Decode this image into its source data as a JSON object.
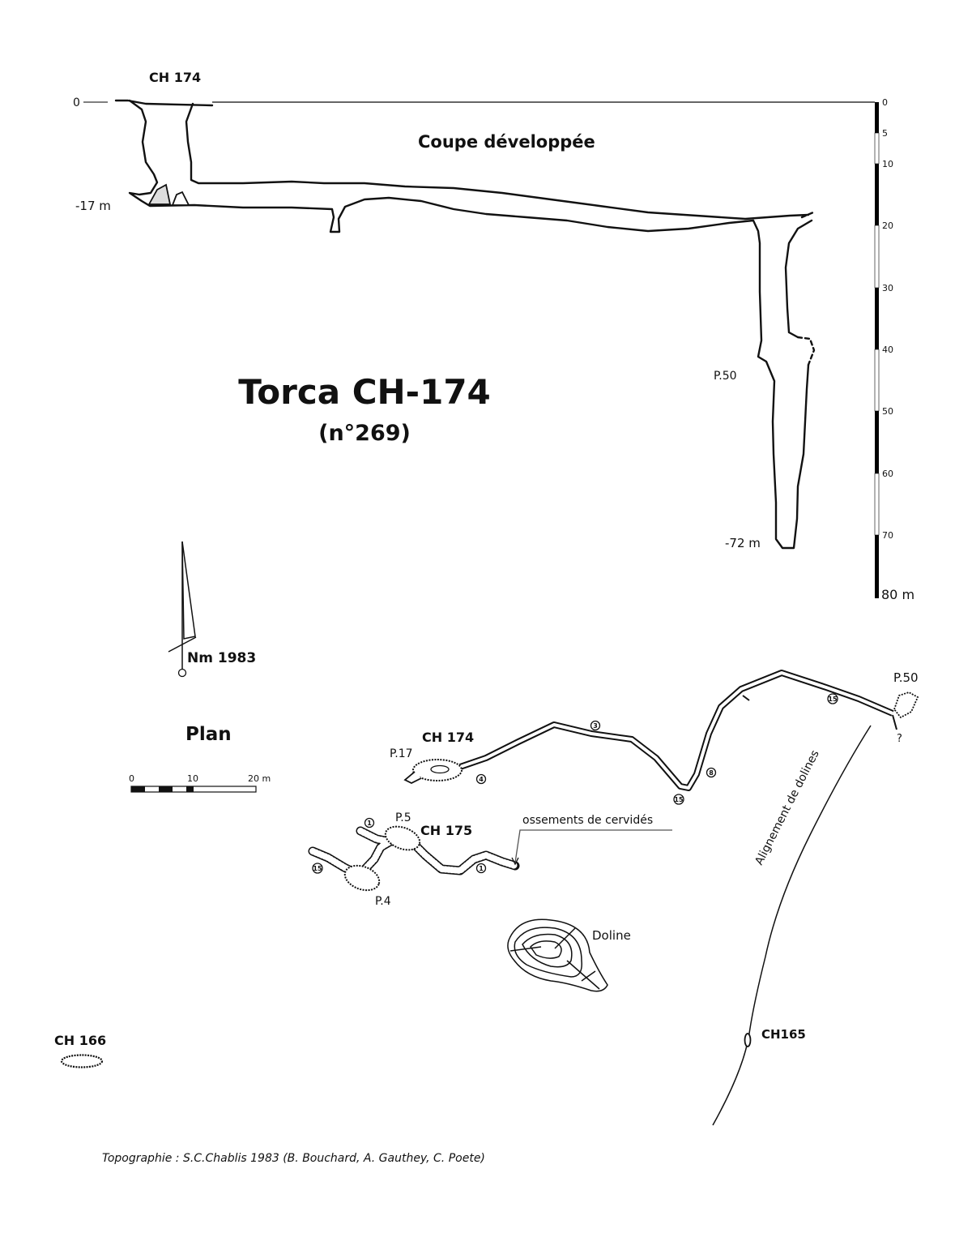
{
  "section": {
    "title": "Coupe développée",
    "entrance_label": "CH 174",
    "zero_label": "0",
    "depth_17": "-17 m",
    "pitch_label": "P.50",
    "depth_72": "-72 m",
    "depth_scale": [
      "0",
      "5",
      "10",
      "20",
      "30",
      "40",
      "50",
      "60",
      "70",
      "80 m"
    ]
  },
  "heading": {
    "title": "Torca CH-174",
    "subtitle": "(n°269)"
  },
  "north": {
    "label": "Nm 1983"
  },
  "plan": {
    "title": "Plan",
    "scale_labels": [
      "0",
      "10",
      "20 m"
    ],
    "ch174": {
      "label": "CH 174",
      "p17": "P.17",
      "p50": "P.50",
      "question": "?",
      "stations": [
        "4",
        "3",
        "15",
        "8",
        "15"
      ]
    },
    "ch175": {
      "label": "CH 175",
      "p5": "P.5",
      "p4": "P.4",
      "stations": [
        "1",
        "15",
        "1"
      ],
      "bones": "ossements de cervidés"
    },
    "doline": "Doline",
    "alignment": "Alignement de dolines",
    "ch165": "CH165",
    "ch166": "CH 166"
  },
  "credits": "Topographie : S.C.Chablis 1983 (B. Bouchard, A. Gauthey, C. Poete)"
}
